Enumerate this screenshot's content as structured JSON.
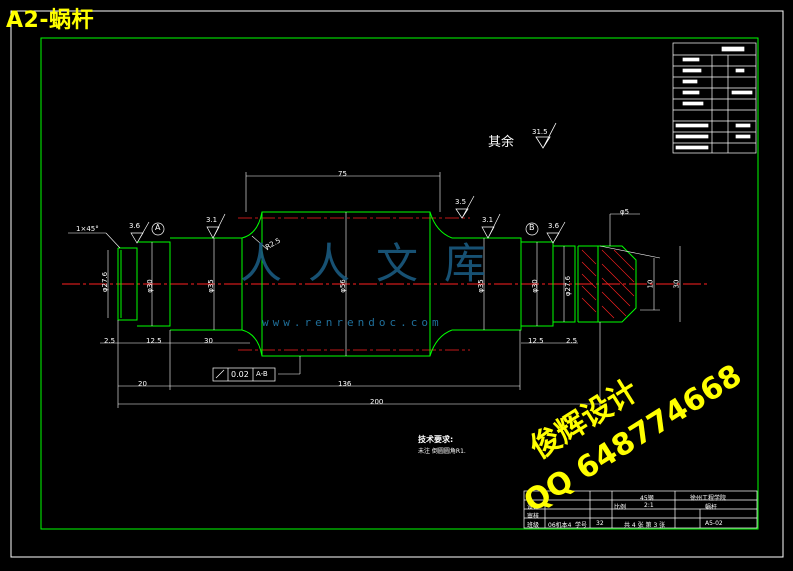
{
  "sheet_title": "A2-蜗杆",
  "roughness": {
    "rest_label": "其余",
    "rest_value": "31.5",
    "r1": "3.6",
    "r2": "3.1",
    "r3": "3.5",
    "r4": "3.1",
    "r5": "3.6"
  },
  "datums": {
    "a": "A",
    "b": "B"
  },
  "dims": {
    "chamfer": "1×45°",
    "d_27_6_left": "φ27.6",
    "d_30_left": "φ30",
    "d_35_left": "φ35",
    "d_56": "φ56",
    "d_35_right": "φ35",
    "d_30_right": "φ30",
    "d_27_6_right": "φ27.6",
    "fillet": "R2.5",
    "len_75": "75",
    "len_2_5_l": "2.5",
    "len_12_5_l": "12.5",
    "len_30": "30",
    "len_12_5_r": "12.5",
    "len_2_5_r": "2.5",
    "len_20": "20",
    "len_136": "136",
    "len_200": "200",
    "keyway_width": "φ5",
    "key_depth": "10",
    "key_length": "30"
  },
  "tolerance": {
    "value": "0.02",
    "datum": "A-B"
  },
  "tech_req": {
    "heading": "技术要求:",
    "line1": "未注 倒圆圆角R1."
  },
  "title_block": {
    "material": "45钢",
    "school": "徐州工程学院",
    "scale_label": "比例",
    "scale": "2:1",
    "part_name": "蜗杆",
    "sheet_info": "共 4 张 第 3 张",
    "drawing_no": "A5-02",
    "row_labels": [
      "设计",
      "审核",
      "班级"
    ],
    "class_value": "06机本4",
    "student_no_label": "学号",
    "student_no": "32"
  },
  "watermarks": {
    "site": "www.renrendoc.com",
    "logo": "人人文库",
    "designer": "俊辉设计",
    "qq": "QQ 648774668"
  }
}
